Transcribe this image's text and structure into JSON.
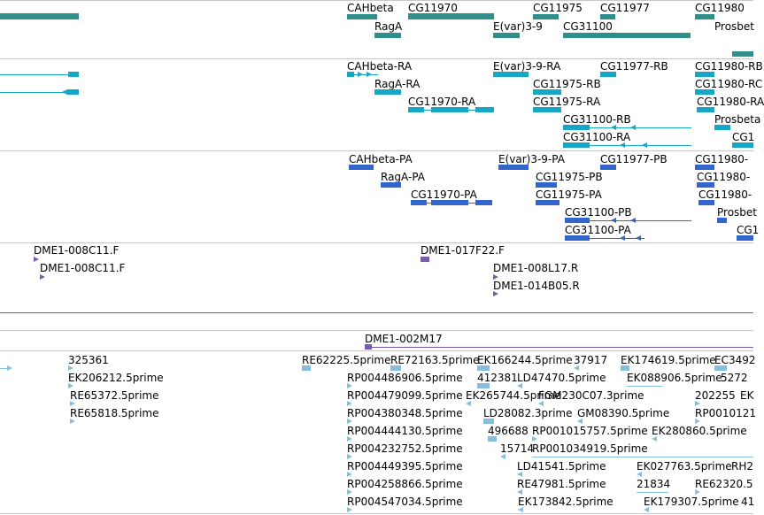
{
  "genes": [
    "CAHbeta",
    "CG11970",
    "CG11975",
    "CG11977",
    "CG11980",
    "RagA",
    "E(var)3-9",
    "CG31100",
    "Prosbet"
  ],
  "transcripts": [
    "CAHbeta-RA",
    "E(var)3-9-RA",
    "CG11977-RB",
    "CG11980-RB",
    "RagA-RA",
    "CG11975-RB",
    "CG11980-RC",
    "CG11970-RA",
    "CG11975-RA",
    "CG11980-RA",
    "CG31100-RB",
    "Prosbeta",
    "CG31100-RA",
    "CG1"
  ],
  "translations": [
    "CAHbeta-PA",
    "E(var)3-9-PA",
    "CG11977-PB",
    "CG11980-",
    "RagA-PA",
    "CG11975-PB",
    "CG11980-",
    "CG11970-PA",
    "CG11975-PA",
    "CG11980-",
    "CG31100-PB",
    "Prosbet",
    "CG31100-PA",
    "CG1"
  ],
  "clones": [
    "DME1-008C11.F",
    "DME1-017F22.F",
    "DME1-008C11.F",
    "DME1-008L17.R",
    "DME1-014B05.R",
    "DME1-002M17"
  ],
  "ests": [
    "325361",
    "RE62225.5prime",
    "RE72163.5prime",
    "EK166244.5prime",
    "37917",
    "EK174619.5prime",
    "EC3492",
    "EK206212.5prime",
    "RP004486906.5prime",
    "412381",
    "LD47470.5prime",
    "EK088906.5prime",
    "5272",
    "RE65372.5prime",
    "RP004479099.5prime",
    "EK265744.5prime",
    "FGM230C07.3prime",
    "202255",
    "EK",
    "RE65818.5prime",
    "RP004380348.5prime",
    "LD28082.3prime",
    "GM08390.5prime",
    "RP0010121",
    "RP004444130.5prime",
    "496688",
    "RP001015757.5prime",
    "EK280860.5prime",
    "RP004232752.5prime",
    "15714",
    "RP001034919.5prime",
    "RP004449395.5prime",
    "LD41541.5prime",
    "EK027763.5prime",
    "RH2",
    "RP004258866.5prime",
    "RE47981.5prime",
    "21834",
    "RE62320.5",
    "RP004547034.5prime",
    "EK173842.5prime",
    "EK179307.5prime",
    "41"
  ],
  "colors": {
    "gene": "#2f8f8b",
    "transcript": "#18a6c6",
    "translation": "#3366cc",
    "clone": "#7b58b4",
    "est": "#86bde0"
  }
}
